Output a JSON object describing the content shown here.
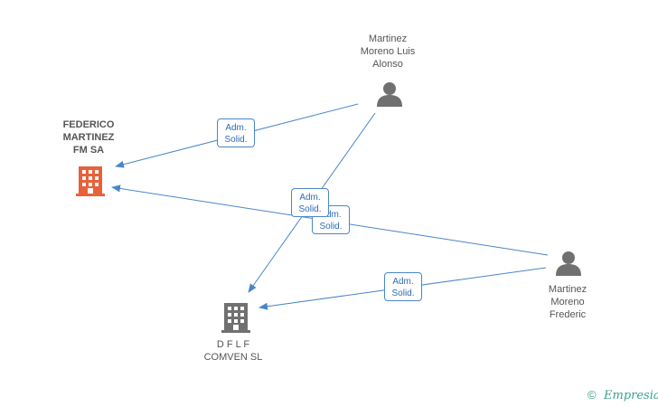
{
  "nodes": {
    "federico": {
      "label": "FEDERICO\nMARTINEZ\nFM SA",
      "color": "#e8613a"
    },
    "dflf": {
      "label": "D F L F\nCOMVEN SL",
      "color": "#707070"
    },
    "luis": {
      "label": "Martinez\nMoreno Luis\nAlonso",
      "color": "#707070"
    },
    "frederic": {
      "label": "Martinez\nMoreno\nFrederic",
      "color": "#707070"
    }
  },
  "edges": [
    {
      "label": "Adm.\nSolid."
    },
    {
      "label": "Adm.\nSolid."
    },
    {
      "label": "Adm.\nSolid."
    },
    {
      "label": "Adm.\nSolid."
    }
  ],
  "colors": {
    "edge": "#4a86c8"
  },
  "footer": {
    "copyright": "©",
    "brand": "Empresia"
  }
}
